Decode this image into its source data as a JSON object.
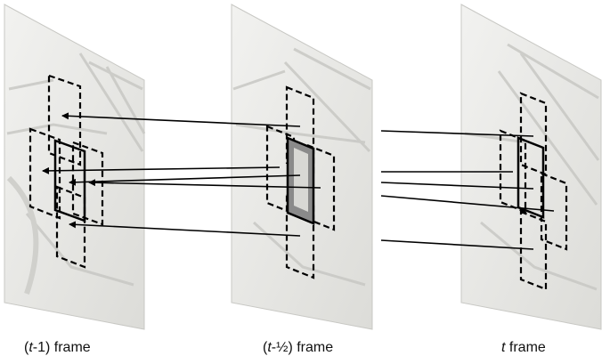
{
  "frames": [
    {
      "id": "prev",
      "label_pre": "(",
      "label_var": "t",
      "label_post": "-1) frame"
    },
    {
      "id": "mid",
      "label_pre": "(",
      "label_var": "t",
      "label_post": "-½) frame"
    },
    {
      "id": "curr",
      "label_pre": "",
      "label_var": "t",
      "label_post": " frame"
    }
  ],
  "colors": {
    "line": "#000000",
    "frame_fill": "#ececea",
    "frame_shade": "#d8d8d4",
    "center_block": "#8a8a8a"
  }
}
